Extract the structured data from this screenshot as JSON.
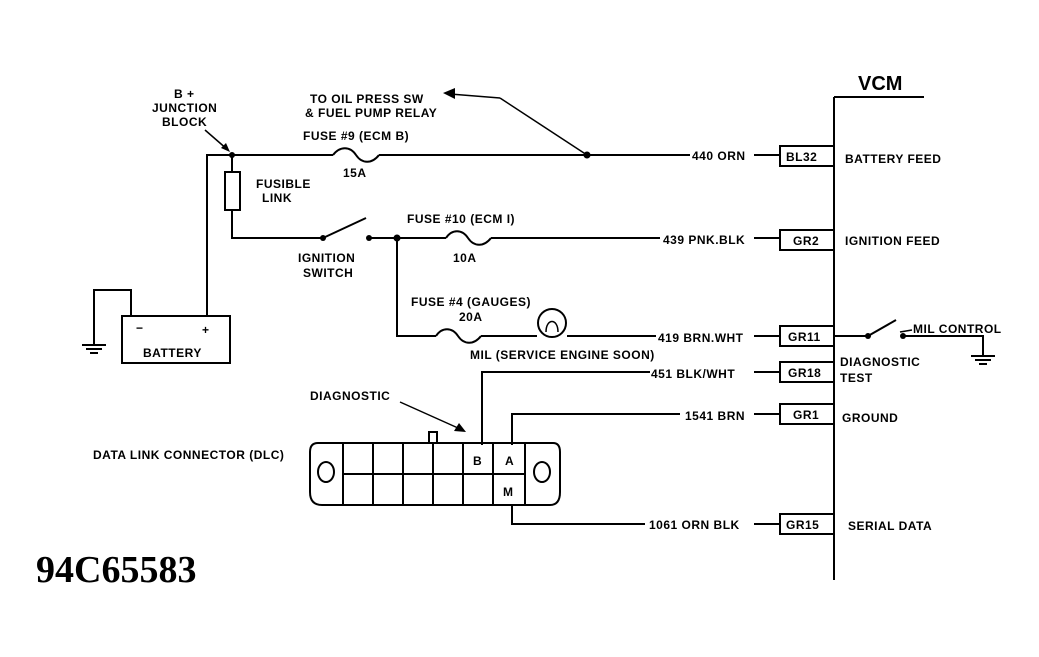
{
  "vcm": {
    "title": "VCM"
  },
  "junction": {
    "line1": "B +",
    "line2": "JUNCTION",
    "line3": "BLOCK"
  },
  "fusible": {
    "line1": "FUSIBLE",
    "line2": "LINK"
  },
  "battery": {
    "label": "BATTERY",
    "neg": "−",
    "pos": "+"
  },
  "oil": {
    "line1": "TO OIL PRESS SW",
    "line2": "& FUEL PUMP RELAY"
  },
  "fuse9": {
    "name": "FUSE #9 (ECM B)",
    "rating": "15A"
  },
  "fuse10": {
    "name": "FUSE #10 (ECM I)",
    "rating": "10A"
  },
  "fuse4": {
    "name": "FUSE #4 (GAUGES)",
    "rating": "20A"
  },
  "ignition": {
    "line1": "IGNITION",
    "line2": "SWITCH"
  },
  "mil": {
    "label": "MIL (SERVICE ENGINE SOON)"
  },
  "mil_control": {
    "label": "MIL CONTROL"
  },
  "diagnostic_arrow": {
    "label": "DIAGNOSTIC"
  },
  "dlc": {
    "label": "DATA LINK CONNECTOR (DLC)",
    "pin_b": "B",
    "pin_a": "A",
    "pin_m": "M"
  },
  "wires": [
    {
      "wire": "440 ORN",
      "pin": "BL32",
      "function": "BATTERY FEED"
    },
    {
      "wire": "439 PNK.BLK",
      "pin": "GR2",
      "function": "IGNITION FEED"
    },
    {
      "wire": "419 BRN.WHT",
      "pin": "GR11",
      "function": ""
    },
    {
      "wire": "451 BLK/WHT",
      "pin": "GR18",
      "function": "DIAGNOSTIC",
      "function2": "TEST"
    },
    {
      "wire": "1541 BRN",
      "pin": "GR1",
      "function": "GROUND"
    },
    {
      "wire": "1061 ORN BLK",
      "pin": "GR15",
      "function": "SERIAL DATA"
    }
  ],
  "figure_code": "94C65583"
}
